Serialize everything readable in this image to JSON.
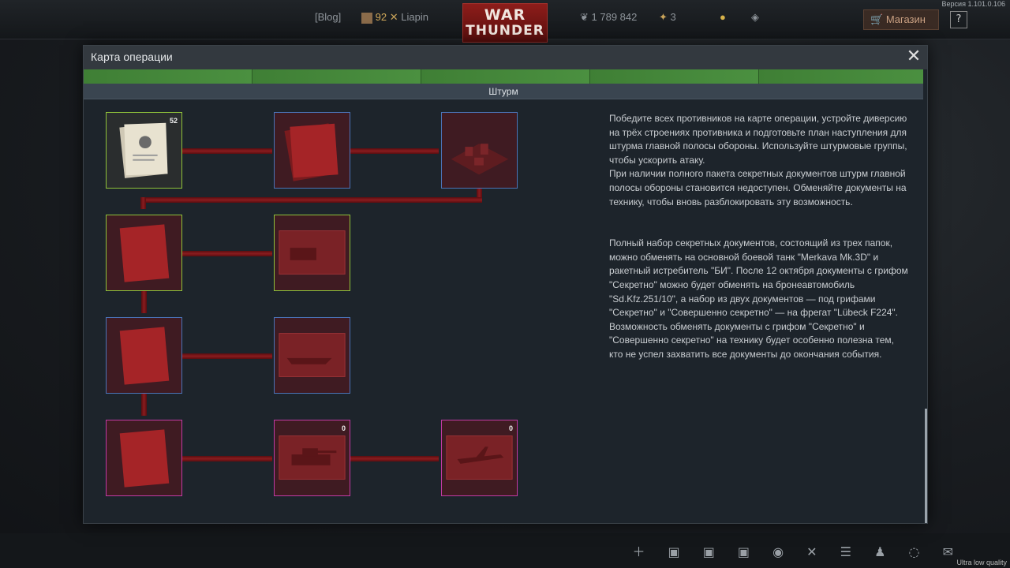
{
  "topbar": {
    "version": "Версия 1.101.0.106",
    "blog": "[Blog]",
    "level": "92",
    "player": "Liapin",
    "silver": "1 789 842",
    "eagles": "3",
    "shop": "Магазин",
    "help": "?",
    "logo_line1": "WAR",
    "logo_line2": "THUNDER"
  },
  "modal": {
    "title": "Карта операции",
    "close": "✕",
    "section": "Штурм"
  },
  "nodes": [
    {
      "id": "n1",
      "count": "52"
    },
    {
      "id": "n9",
      "count": "0"
    },
    {
      "id": "n10",
      "count": "0"
    }
  ],
  "description": {
    "p1": "Победите всех противников на карте операции, устройте диверсию на трёх строениях противника и подготовьте план наступления для штурма главной полосы обороны. Используйте штурмовые группы, чтобы ускорить атаку.\nПри наличии полного пакета секретных документов штурм главной полосы обороны становится недоступен. Обменяйте документы на технику, чтобы вновь разблокировать эту возможность.",
    "p2": "Полный набор секретных документов, состоящий из трех папок, можно обменять на основной боевой танк \"Merkava Mk.3D\" и ракетный истребитель \"БИ\". После 12 октября документы с грифом \"Секретно\" можно будет обменять на бронеавтомобиль \"Sd.Kfz.251/10\", а набор из двух документов — под грифами \"Секретно\" и \"Совершенно секретно\" — на фрегат \"Lübeck F224\". Возможность обменять документы с грифом \"Секретно\" и \"Совершенно секретно\" на технику будет особенно полезна тем, кто не успел захватить все документы до окончания события."
  },
  "bottombar": {
    "quality": "Ultra low quality"
  },
  "colors": {
    "green_border": "#8fc23a",
    "blue_border": "#4b74b8",
    "magenta_border": "#c23aa4",
    "connector": "#8a1c1f"
  }
}
